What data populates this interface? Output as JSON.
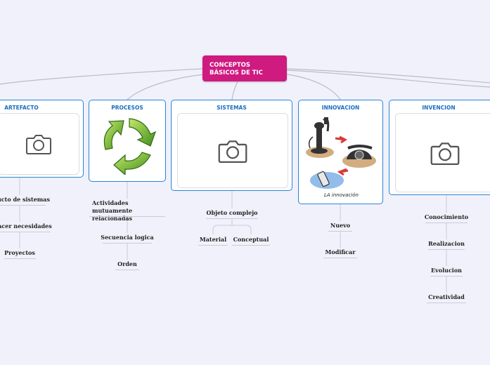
{
  "central": {
    "line1": "CONCEPTOS",
    "line2": "BÁSICOS DE TIC"
  },
  "cards": [
    {
      "id": "artefacto",
      "title": "ARTEFACTO",
      "image": "camera-placeholder-icon"
    },
    {
      "id": "procesos",
      "title": "PROCESOS",
      "image": "recycle-arrows-icon"
    },
    {
      "id": "sistemas",
      "title": "SISTEMAS",
      "image": "camera-placeholder-icon"
    },
    {
      "id": "innovacion",
      "title": "INNOVACION",
      "image": "telephone-evolution-illustration",
      "image_caption": "LA innovación"
    },
    {
      "id": "invencion",
      "title": "INVENCION",
      "image": "camera-placeholder-icon"
    }
  ],
  "artefacto": {
    "items": [
      "oducto de sistemas",
      "isfacer necesidades",
      "Proyectos"
    ]
  },
  "procesos": {
    "items": [
      "Actividades mutuamente relacionadas",
      "Secuencia logica",
      "Orden"
    ]
  },
  "sistemas": {
    "items": [
      "Objeto complejo"
    ],
    "children": [
      "Material",
      "Conceptual"
    ]
  },
  "innovacion": {
    "items": [
      "Nuevo",
      "Modificar"
    ]
  },
  "invencion": {
    "items": [
      "Conocimiento",
      "Realizacion",
      "Evolucion",
      "Creatividad"
    ]
  },
  "colors": {
    "central": "#cf1a80",
    "card_border": "#2a84d6",
    "card_title": "#1b6fc0",
    "background": "#f1f1fb",
    "connector": "#b9bcc6"
  }
}
